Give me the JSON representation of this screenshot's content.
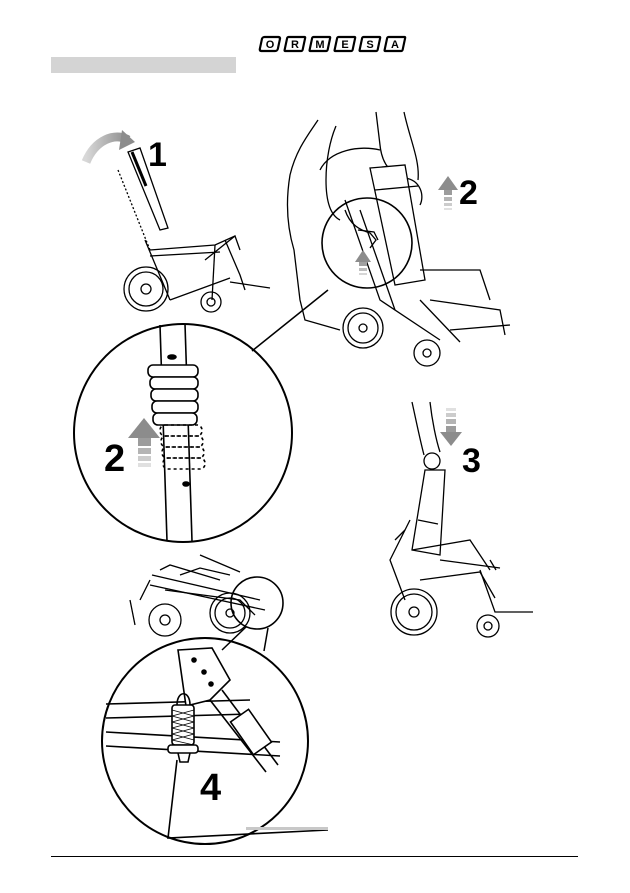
{
  "header": {
    "logo_letters": [
      "O",
      "R",
      "M",
      "E",
      "S",
      "A"
    ],
    "logo_icon": "ormesa-logo"
  },
  "steps": {
    "step1": "1",
    "step2_top": "2",
    "step2_zoom": "2",
    "step3": "3",
    "step4": "4"
  },
  "colors": {
    "line": "#000000",
    "arrow_grey": "#9a9a9a",
    "arrow_light": "#c8c8c8",
    "header_bar": "#d4d4d4"
  },
  "illustrations": [
    "stroller-recline-icon",
    "hands-release-icon",
    "zoom-lock-detail-icon",
    "fold-push-icon",
    "folded-stroller-icon",
    "zoom-latch-detail-icon"
  ]
}
